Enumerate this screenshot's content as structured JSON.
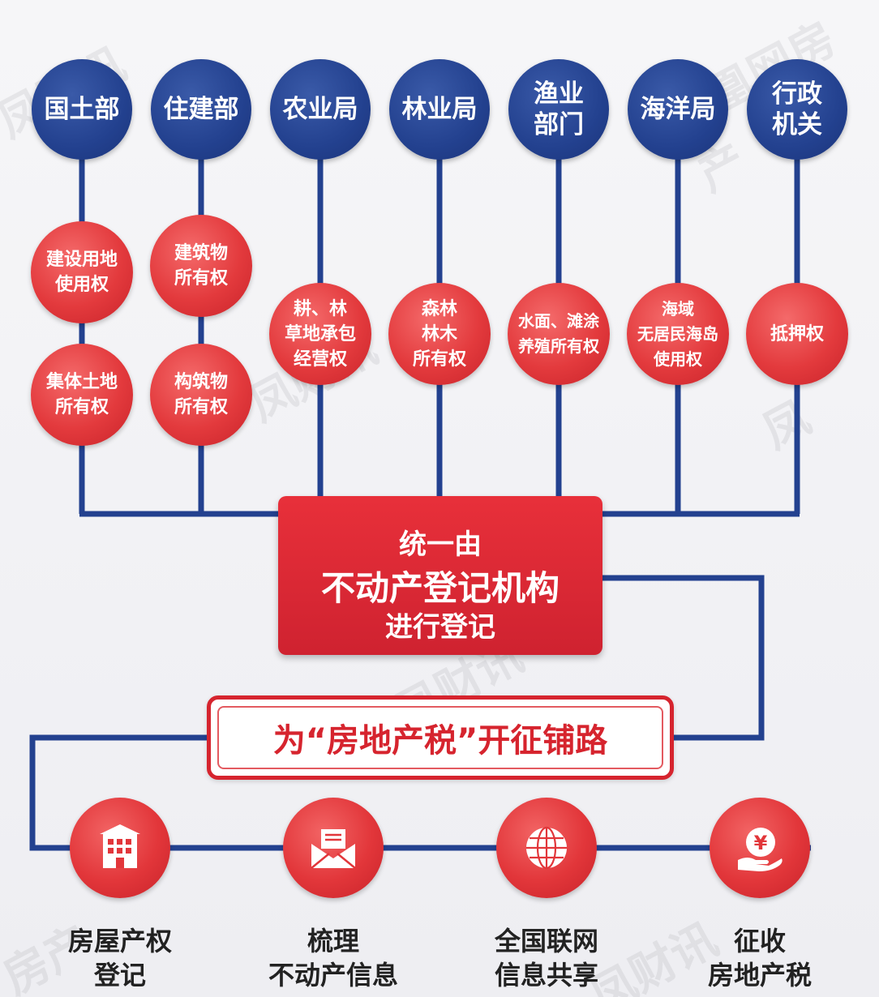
{
  "departments": [
    {
      "label": "国土部"
    },
    {
      "label": "住建部"
    },
    {
      "label": "农业局"
    },
    {
      "label": "林业局"
    },
    {
      "label": "渔业\n部门"
    },
    {
      "label": "海洋局"
    },
    {
      "label": "行政\n机关"
    }
  ],
  "rights": [
    {
      "label": "建设用地\n使用权"
    },
    {
      "label": "集体土地\n所有权"
    },
    {
      "label": "建筑物\n所有权"
    },
    {
      "label": "构筑物\n所有权"
    },
    {
      "label": "耕、林\n草地承包\n经营权"
    },
    {
      "label": "森林\n林木\n所有权"
    },
    {
      "label": "水面、滩涂\n养殖所有权"
    },
    {
      "label": "海域\n无居民海岛\n使用权"
    },
    {
      "label": "抵押权"
    }
  ],
  "center": {
    "line1": "统一由",
    "line2": "不动产登记机构",
    "line3": "进行登记"
  },
  "slogan": "为“房地产税”开征铺路",
  "bottom": [
    {
      "label": "房屋产权\n登记",
      "icon": "building-icon"
    },
    {
      "label": "梳理\n不动产信息",
      "icon": "envelope-icon"
    },
    {
      "label": "全国联网\n信息共享",
      "icon": "globe-icon"
    },
    {
      "label": "征收\n房地产税",
      "icon": "yuan-coin-hand-icon"
    }
  ],
  "colors": {
    "dept_blue": "#23418f",
    "accent_red": "#d6242e",
    "line_blue": "#23418f"
  }
}
